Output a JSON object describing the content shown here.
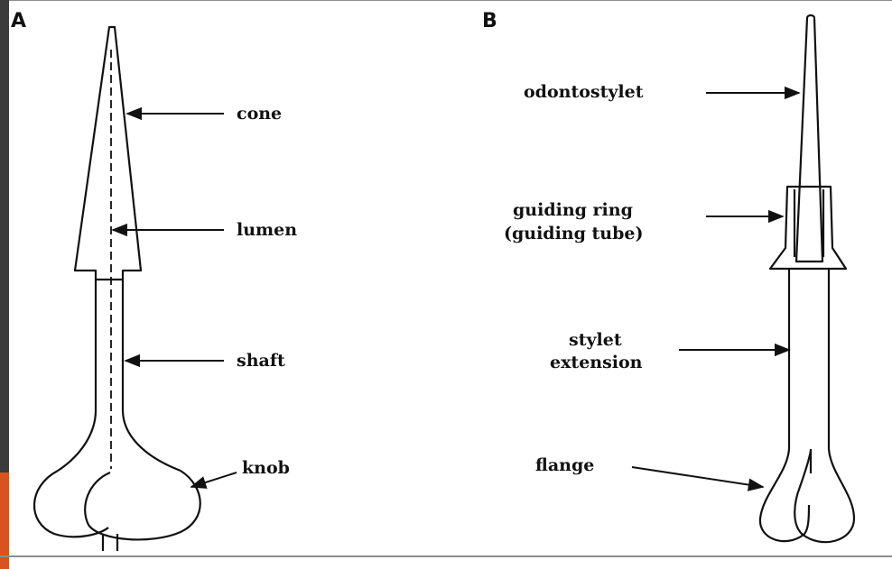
{
  "colors": {
    "stroke": "#111111",
    "accent_dark": "#3b3b3b",
    "accent_orange": "#d9531e",
    "frame_line": "#8c8c8c"
  },
  "panels": {
    "a": {
      "letter": "A",
      "labels": {
        "cone": "cone",
        "lumen": "lumen",
        "shaft": "shaft",
        "knob": "knob"
      }
    },
    "b": {
      "letter": "B",
      "labels": {
        "odontostylet": "odontostylet",
        "guiding_ring_1": "guiding ring",
        "guiding_ring_2": "(guiding tube)",
        "stylet_extension_1": "stylet",
        "stylet_extension_2": "extension",
        "flange": "flange"
      }
    }
  }
}
